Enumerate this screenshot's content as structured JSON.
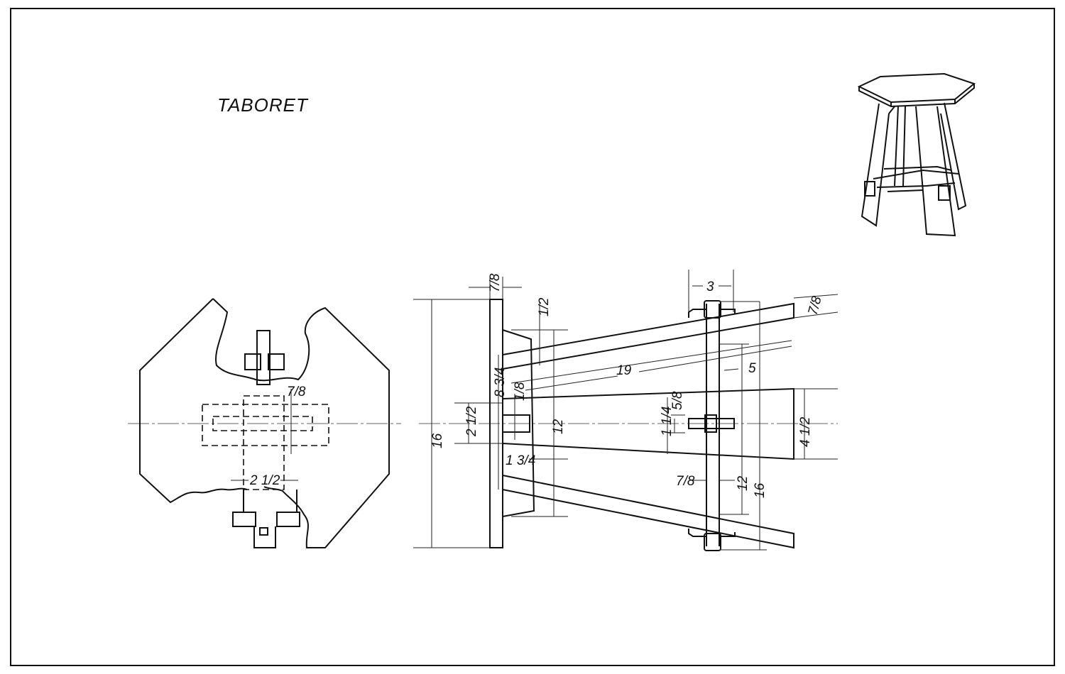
{
  "title": "TABORET",
  "left_view": {
    "dims": {
      "width_a": "2 1/2",
      "thick_a": "7/8"
    }
  },
  "side_view": {
    "dims": {
      "top_thickness": "7/8",
      "cleat_offset": "1/2",
      "cleat_spacing": "8 3/4",
      "small_gap": "1/8",
      "tenon_width": "2 1/2",
      "top_height": "16",
      "cleat_length": "12",
      "cleat_depth": "1 3/4",
      "leg_length": "19",
      "stretcher_width": "3",
      "stretcher_offset": "5",
      "leg_thickness": "7/8",
      "bolt_head": "5/8",
      "bolt_span": "1 1/4",
      "leg_foot": "4 1/2",
      "stretcher_thickness": "7/8",
      "stretcher_inner": "12",
      "stretcher_outer": "16"
    }
  }
}
